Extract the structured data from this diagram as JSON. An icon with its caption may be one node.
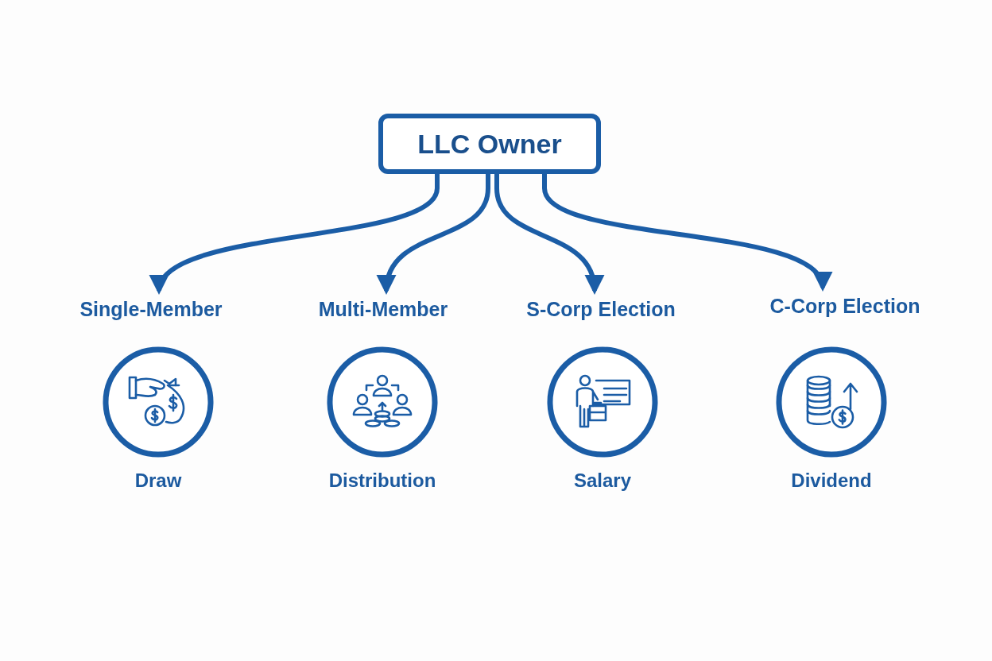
{
  "diagram": {
    "nodes": [
      {
        "text": [
          "LLC Owner"
        ]
      },
      {
        "text": [
          "Single-Member"
        ]
      },
      {
        "text": [
          "Multi-Member"
        ]
      },
      {
        "text": [
          "S-Corp Election"
        ]
      },
      {
        "text": [
          "C-Corp Election"
        ]
      },
      {
        "text": [
          "Draw"
        ]
      },
      {
        "text": [
          "Distribution"
        ]
      },
      {
        "text": [
          "Salary"
        ]
      },
      {
        "text": [
          "Dividend"
        ]
      }
    ],
    "edges": [
      {
        "from": 0,
        "to": 1,
        "arrow": "to"
      },
      {
        "from": 0,
        "to": 2,
        "arrow": "to"
      },
      {
        "from": 0,
        "to": 3,
        "arrow": "to"
      },
      {
        "from": 0,
        "to": 4,
        "arrow": "to"
      }
    ]
  }
}
